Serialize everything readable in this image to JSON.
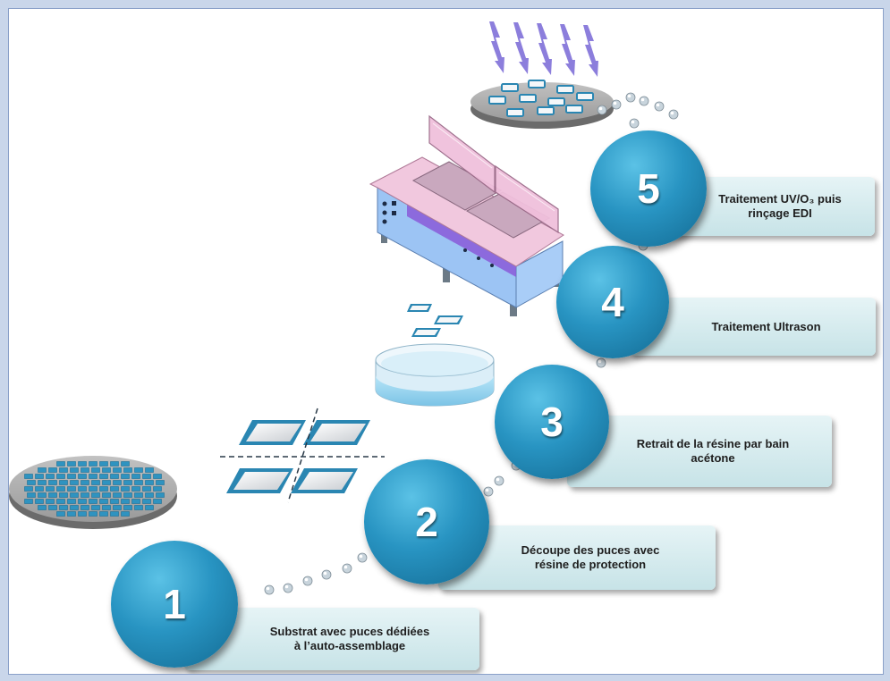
{
  "steps": [
    {
      "number": "1",
      "label": "Substrat avec puces dédiées\nà l’auto-assemblage"
    },
    {
      "number": "2",
      "label": "Découpe des puces avec\nrésine de protection"
    },
    {
      "number": "3",
      "label": "Retrait de la résine par bain\nacétone"
    },
    {
      "number": "4",
      "label": "Traitement Ultrason"
    },
    {
      "number": "5",
      "label": "Traitement UV/O₃ puis\nrinçage EDI"
    }
  ],
  "colors": {
    "circle": "#2894c2",
    "label_box": "#d4eaee",
    "frame": "#c9d6ea",
    "wafer": "#9a9a9a",
    "chip": "#2f93c0",
    "bath_pink": "#eec4dc",
    "bath_blue": "#9cc4f4",
    "liquid": "#a8dcf2",
    "uv_rays": "#8070d8"
  },
  "icons": [
    "wafer-with-chips-icon",
    "diced-chips-icon",
    "acetone-bath-icon",
    "ultrasonic-bath-icon",
    "uv-ozone-wafer-icon"
  ]
}
